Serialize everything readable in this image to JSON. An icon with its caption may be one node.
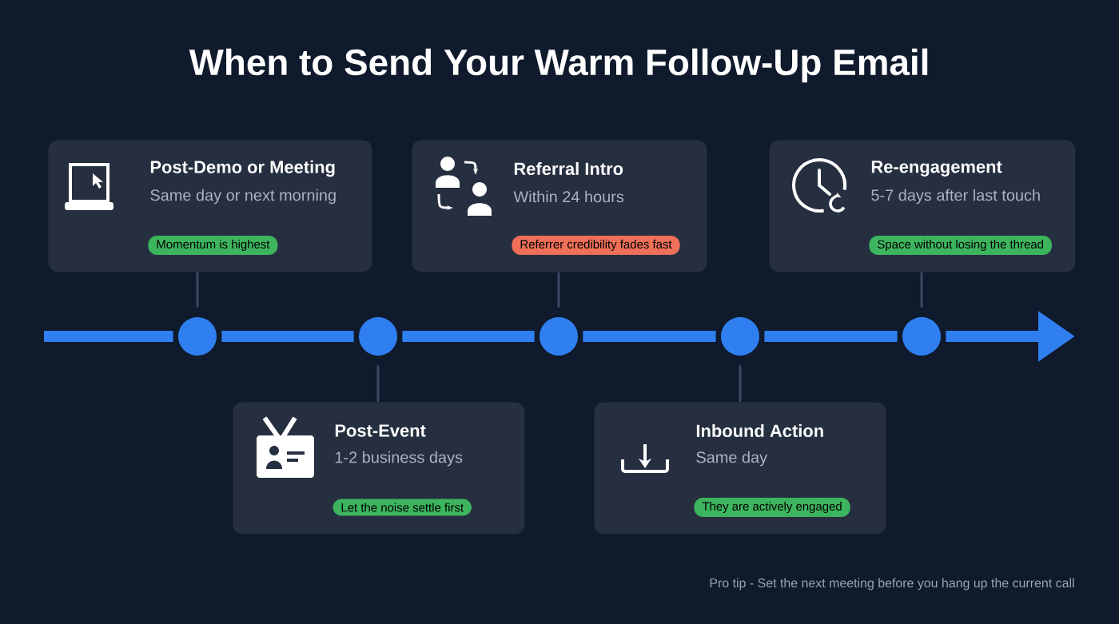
{
  "diagram": {
    "title": "When to Send Your Warm Follow-Up Email",
    "nodes": [
      {
        "text": [
          "Post-Demo or Meeting",
          "Same day or next morning"
        ]
      },
      {
        "text": [
          "Momentum is highest"
        ],
        "in": 0
      },
      {
        "text": [
          "Referral Intro",
          "Within 24 hours"
        ]
      },
      {
        "text": [
          "Referrer credibility fades fast"
        ],
        "in": 2
      },
      {
        "text": [
          "Re-engagement",
          "5-7 days after last touch"
        ]
      },
      {
        "text": [
          "Space without losing the thread"
        ],
        "in": 4
      },
      {
        "text": [
          "Post-Event",
          "1-2 business days"
        ]
      },
      {
        "text": [
          "Let the noise settle first"
        ],
        "in": 6
      },
      {
        "text": [
          "Inbound Action",
          "Same day"
        ]
      },
      {
        "text": [
          "They are actively engaged"
        ],
        "in": 8
      },
      {
        "text": [],
        "shape": "circle"
      },
      {
        "text": [],
        "shape": "circle"
      },
      {
        "text": [],
        "shape": "circle"
      },
      {
        "text": [],
        "shape": "circle"
      },
      {
        "text": [],
        "shape": "circle"
      }
    ],
    "edges": [
      {
        "from": null,
        "to": 10,
        "arrow": "none"
      },
      {
        "from": 10,
        "to": 11,
        "arrow": "none"
      },
      {
        "from": 11,
        "to": 12,
        "arrow": "none"
      },
      {
        "from": 12,
        "to": 13,
        "arrow": "none"
      },
      {
        "from": 13,
        "to": 14,
        "arrow": "none"
      },
      {
        "from": 14,
        "to": null,
        "arrow": "to"
      },
      {
        "from": 0,
        "to": 10,
        "arrow": "none",
        "color": "#3b4a63"
      },
      {
        "from": 6,
        "to": 11,
        "arrow": "none",
        "color": "#3b4a63"
      },
      {
        "from": 2,
        "to": 12,
        "arrow": "none",
        "color": "#3b4a63"
      },
      {
        "from": 8,
        "to": 13,
        "arrow": "none",
        "color": "#3b4a63"
      },
      {
        "from": 4,
        "to": 14,
        "arrow": "none",
        "color": "#3b4a63"
      }
    ],
    "labels": [
      "Pro tip - Set the next meeting before you hang up the current call"
    ]
  }
}
